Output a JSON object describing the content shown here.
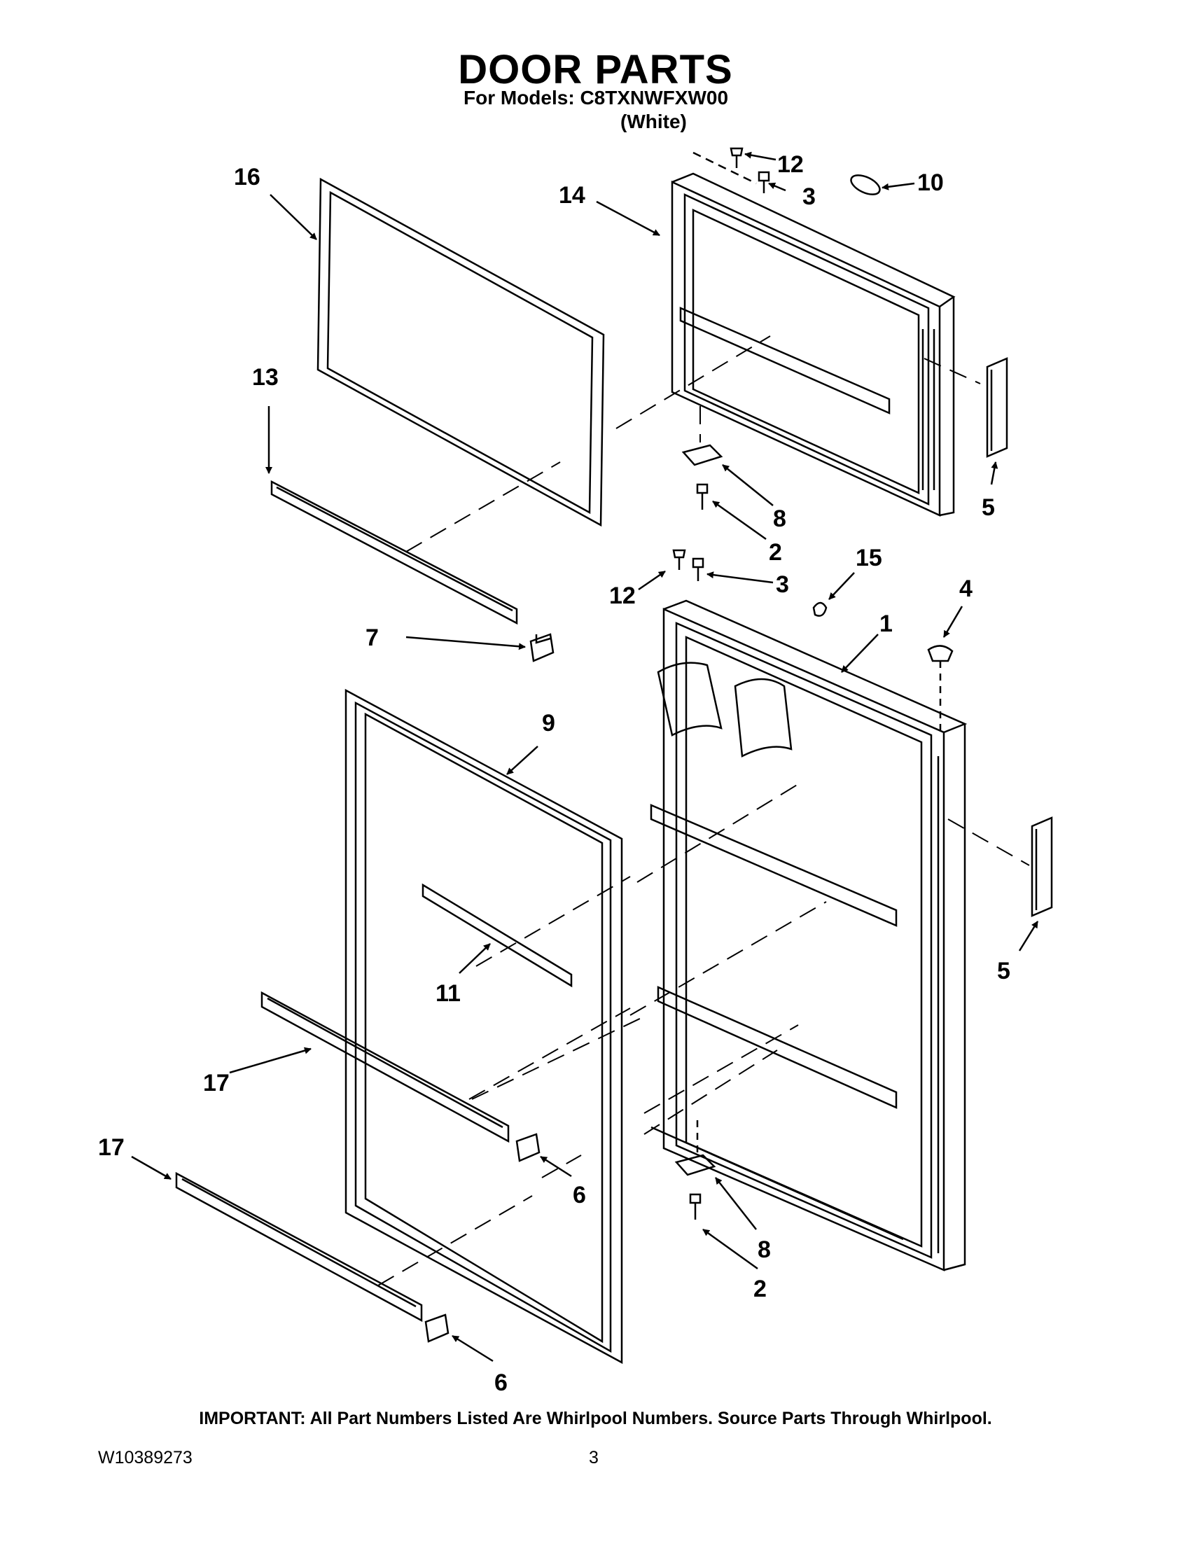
{
  "title": "DOOR PARTS",
  "subtitle": "For Models: C8TXNWFXW00",
  "subtitle_color": "(White)",
  "footnote": "IMPORTANT: All Part Numbers Listed Are Whirlpool Numbers. Source Parts Through Whirlpool.",
  "doc_number": "W10389273",
  "page_number": "3",
  "callouts": [
    {
      "id": "c16",
      "text": "16"
    },
    {
      "id": "c14",
      "text": "14"
    },
    {
      "id": "c12a",
      "text": "12"
    },
    {
      "id": "c3a",
      "text": "3"
    },
    {
      "id": "c10",
      "text": "10"
    },
    {
      "id": "c13",
      "text": "13"
    },
    {
      "id": "c5a",
      "text": "5"
    },
    {
      "id": "c8a",
      "text": "8"
    },
    {
      "id": "c2a",
      "text": "2"
    },
    {
      "id": "c15",
      "text": "15"
    },
    {
      "id": "c12b",
      "text": "12"
    },
    {
      "id": "c3b",
      "text": "3"
    },
    {
      "id": "c4",
      "text": "4"
    },
    {
      "id": "c1",
      "text": "1"
    },
    {
      "id": "c7",
      "text": "7"
    },
    {
      "id": "c9",
      "text": "9"
    },
    {
      "id": "c11",
      "text": "11"
    },
    {
      "id": "c5b",
      "text": "5"
    },
    {
      "id": "c17a",
      "text": "17"
    },
    {
      "id": "c17b",
      "text": "17"
    },
    {
      "id": "c6a",
      "text": "6"
    },
    {
      "id": "c8b",
      "text": "8"
    },
    {
      "id": "c2b",
      "text": "2"
    },
    {
      "id": "c6b",
      "text": "6"
    }
  ]
}
